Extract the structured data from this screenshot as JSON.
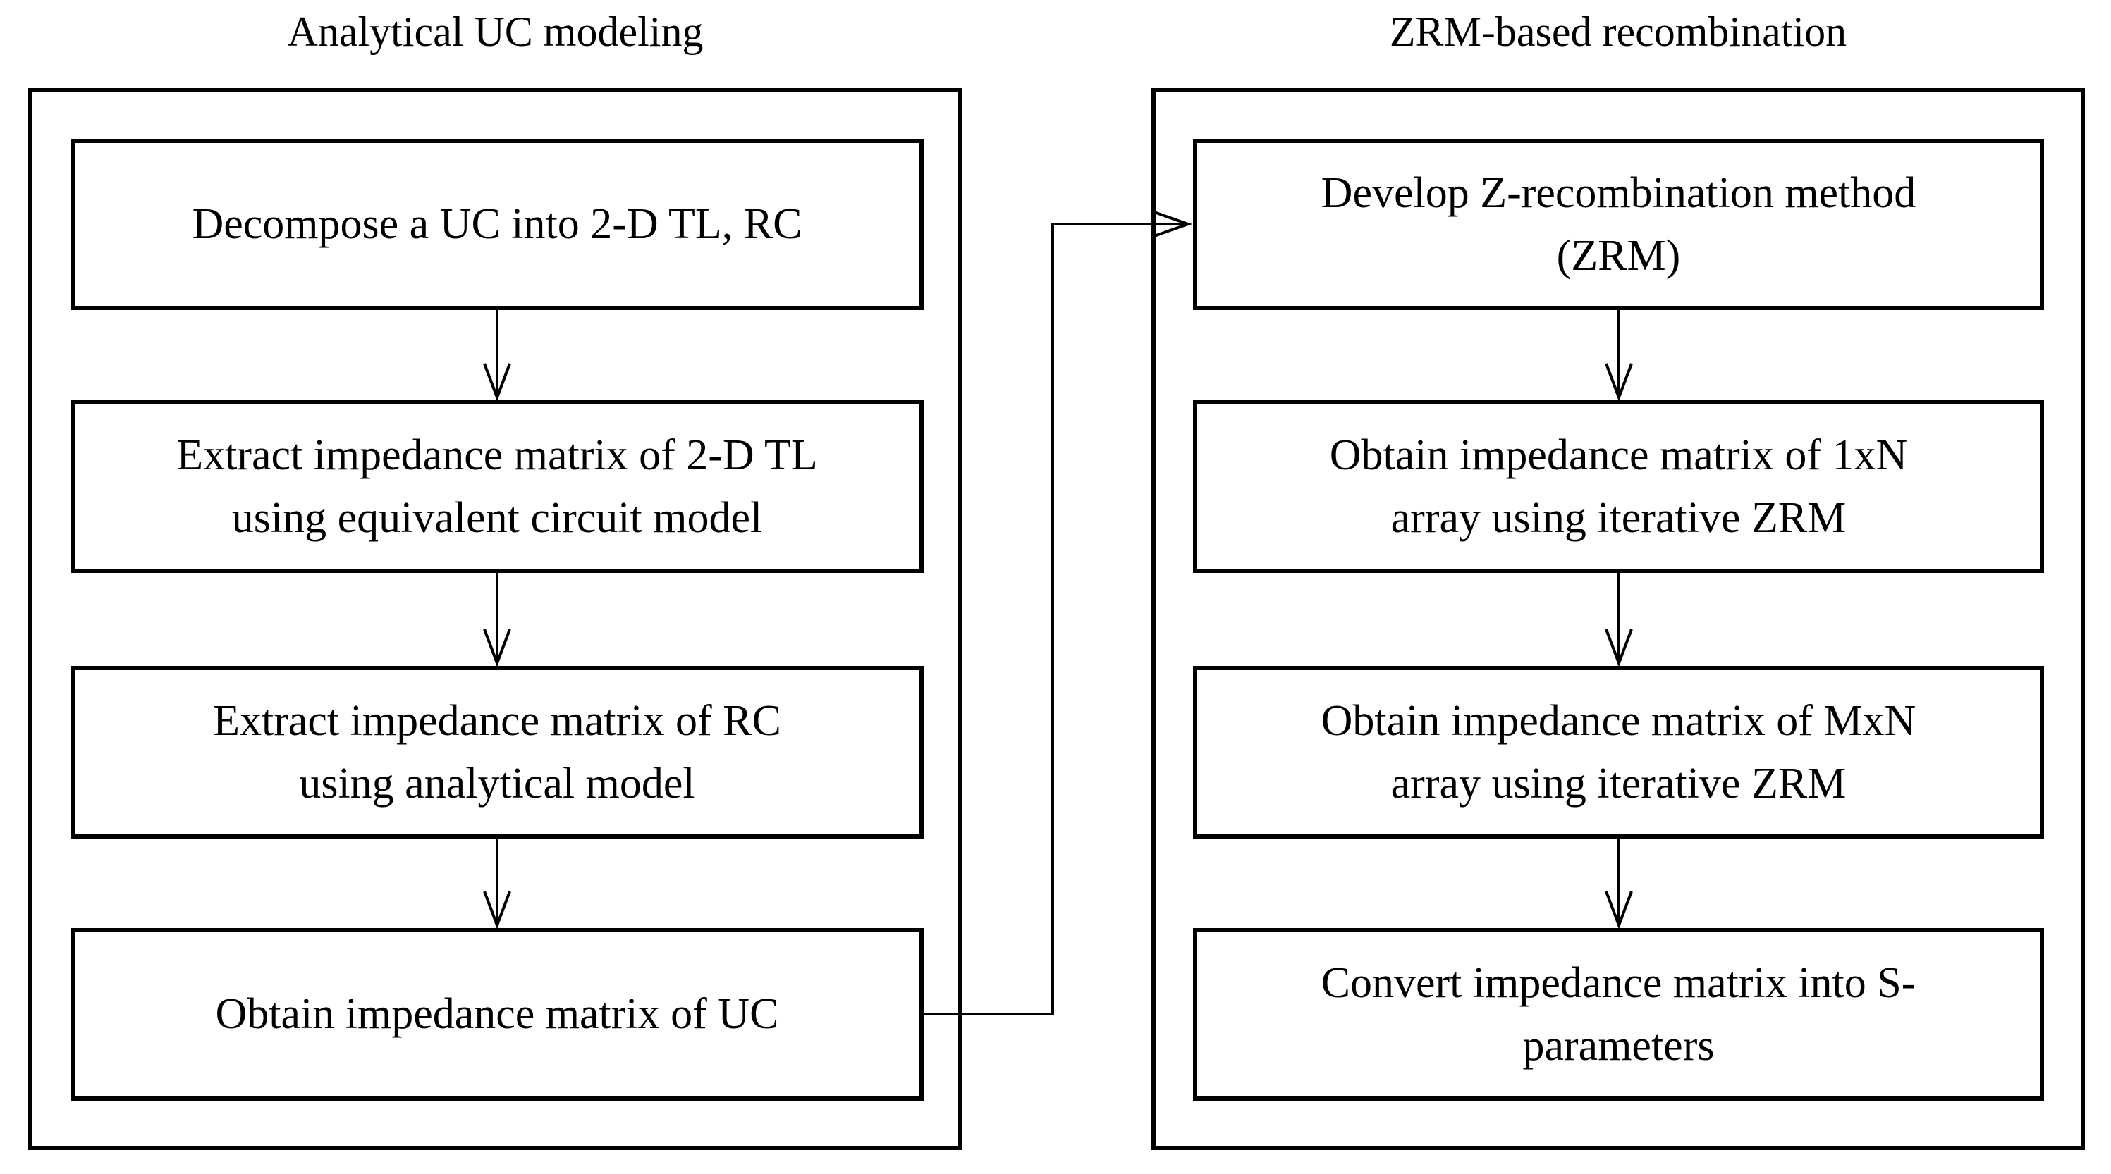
{
  "diagram": {
    "background_color": "#ffffff",
    "line_color": "#000000",
    "text_color": "#000000",
    "left_panel": {
      "title": "Analytical UC modeling",
      "boxes": [
        {
          "id": "decompose-uc",
          "lines": [
            "Decompose a UC into 2-D TL, RC"
          ]
        },
        {
          "id": "extract-z-2dtl",
          "lines": [
            "Extract impedance matrix of 2-D TL",
            "using equivalent circuit model"
          ]
        },
        {
          "id": "extract-z-rc",
          "lines": [
            "Extract impedance matrix of RC",
            "using analytical model"
          ]
        },
        {
          "id": "obtain-z-uc",
          "lines": [
            "Obtain impedance matrix of UC"
          ]
        }
      ]
    },
    "right_panel": {
      "title": "ZRM-based recombination",
      "boxes": [
        {
          "id": "develop-zrm",
          "lines": [
            "Develop Z-recombination method",
            "(ZRM)"
          ]
        },
        {
          "id": "obtain-z-1xn",
          "lines": [
            "Obtain impedance matrix of 1xN",
            "array using iterative ZRM"
          ]
        },
        {
          "id": "obtain-z-mxn",
          "lines": [
            "Obtain impedance matrix of MxN",
            "array using iterative ZRM"
          ]
        },
        {
          "id": "convert-to-sparams",
          "lines": [
            "Convert impedance matrix into S-",
            "parameters"
          ]
        }
      ]
    },
    "edges": [
      {
        "from": "decompose-uc",
        "to": "extract-z-2dtl"
      },
      {
        "from": "extract-z-2dtl",
        "to": "extract-z-rc"
      },
      {
        "from": "extract-z-rc",
        "to": "obtain-z-uc"
      },
      {
        "from": "obtain-z-uc",
        "to": "develop-zrm"
      },
      {
        "from": "develop-zrm",
        "to": "obtain-z-1xn"
      },
      {
        "from": "obtain-z-1xn",
        "to": "obtain-z-mxn"
      },
      {
        "from": "obtain-z-mxn",
        "to": "convert-to-sparams"
      }
    ]
  }
}
